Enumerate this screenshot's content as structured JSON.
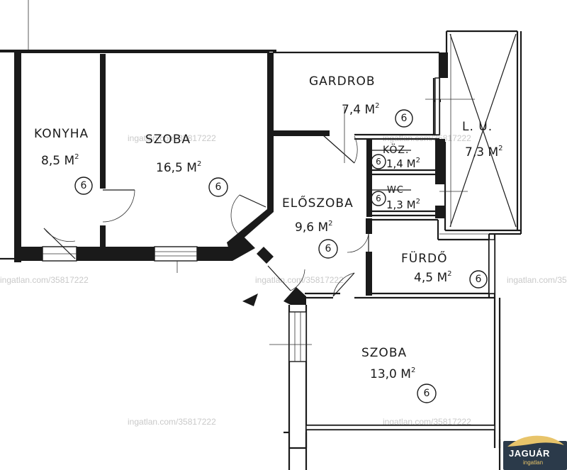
{
  "rooms": [
    {
      "id": "konyha",
      "name": "KONYHA",
      "area": "8,5 M",
      "zone": "6"
    },
    {
      "id": "szoba1",
      "name": "SZOBA",
      "area": "16,5 M",
      "zone": "6"
    },
    {
      "id": "gardrob",
      "name": "GARDROB",
      "area": "7,4 M",
      "zone": "6"
    },
    {
      "id": "lu",
      "name": "L. U.",
      "area": "7,3 M",
      "zone": ""
    },
    {
      "id": "koz",
      "name": "KÖZ.",
      "area": "1,4 M",
      "zone": "6"
    },
    {
      "id": "wc",
      "name": "WC",
      "area": "1,3 M",
      "zone": "6"
    },
    {
      "id": "eloszoba",
      "name": "ELŐSZOBA",
      "area": "9,6 M",
      "zone": "6"
    },
    {
      "id": "furdo",
      "name": "FÜRDŐ",
      "area": "4,5 M",
      "zone": "6"
    },
    {
      "id": "szoba2",
      "name": "SZOBA",
      "area": "13,0 M",
      "zone": "6"
    }
  ],
  "area_unit_exponent": "2",
  "watermark": "ingatlan.com/35817222",
  "logo": {
    "name": "JAGUÁR",
    "subtitle": "ingatlan",
    "colors": {
      "bg": "#2b3a4a",
      "accent": "#e8c46a"
    }
  }
}
